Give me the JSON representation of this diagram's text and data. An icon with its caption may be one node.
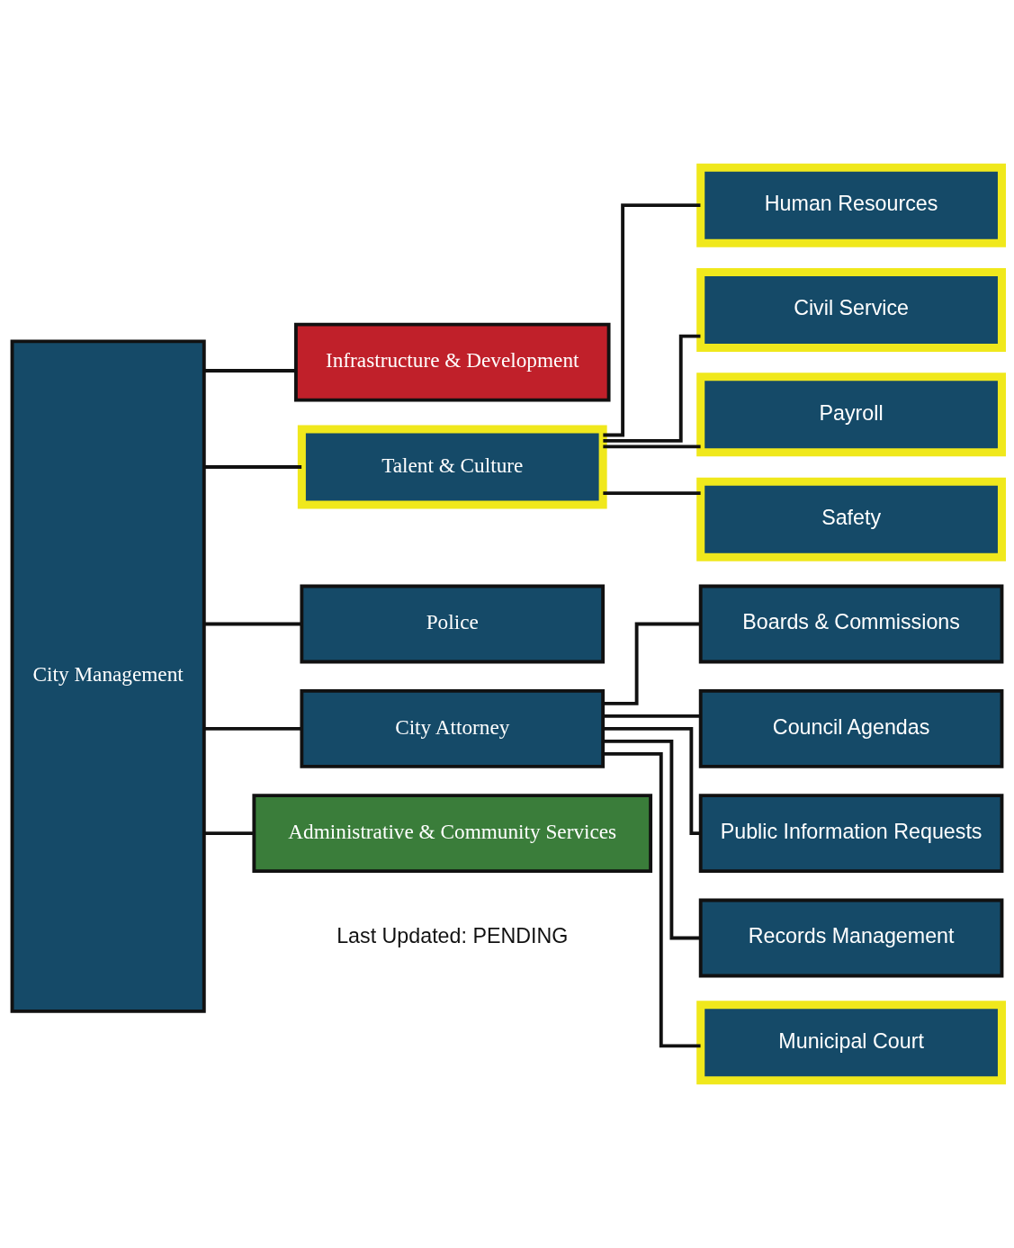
{
  "diagram": {
    "nodes": [
      {
        "text": [
          "City Management"
        ]
      },
      {
        "text": [
          "Infrastructure & Development"
        ]
      },
      {
        "text": [
          "Talent & Culture"
        ]
      },
      {
        "text": [
          "Police"
        ]
      },
      {
        "text": [
          "City Attorney"
        ]
      },
      {
        "text": [
          "Administrative & Community Services"
        ]
      },
      {
        "text": [
          "Human Resources"
        ]
      },
      {
        "text": [
          "Civil Service"
        ]
      },
      {
        "text": [
          "Payroll"
        ]
      },
      {
        "text": [
          "Safety"
        ]
      },
      {
        "text": [
          "Boards & Commissions"
        ]
      },
      {
        "text": [
          "Council Agendas"
        ]
      },
      {
        "text": [
          "Public Information Requests"
        ]
      },
      {
        "text": [
          "Records Management"
        ]
      },
      {
        "text": [
          "Municipal Court"
        ]
      }
    ],
    "edges": [
      {
        "from": 0,
        "to": 1,
        "arrow": "none"
      },
      {
        "from": 0,
        "to": 2,
        "arrow": "none"
      },
      {
        "from": 0,
        "to": 3,
        "arrow": "none"
      },
      {
        "from": 0,
        "to": 4,
        "arrow": "none"
      },
      {
        "from": 0,
        "to": 5,
        "arrow": "none"
      },
      {
        "from": 2,
        "to": 6,
        "arrow": "none"
      },
      {
        "from": 2,
        "to": 7,
        "arrow": "none"
      },
      {
        "from": 2,
        "to": 8,
        "arrow": "none"
      },
      {
        "from": 2,
        "to": 9,
        "arrow": "none"
      },
      {
        "from": 4,
        "to": 10,
        "arrow": "none"
      },
      {
        "from": 4,
        "to": 11,
        "arrow": "none"
      },
      {
        "from": 4,
        "to": 12,
        "arrow": "none"
      },
      {
        "from": 4,
        "to": 13,
        "arrow": "none"
      },
      {
        "from": 4,
        "to": 14,
        "arrow": "none"
      }
    ],
    "labels": [
      "Last Updated: PENDING"
    ]
  }
}
